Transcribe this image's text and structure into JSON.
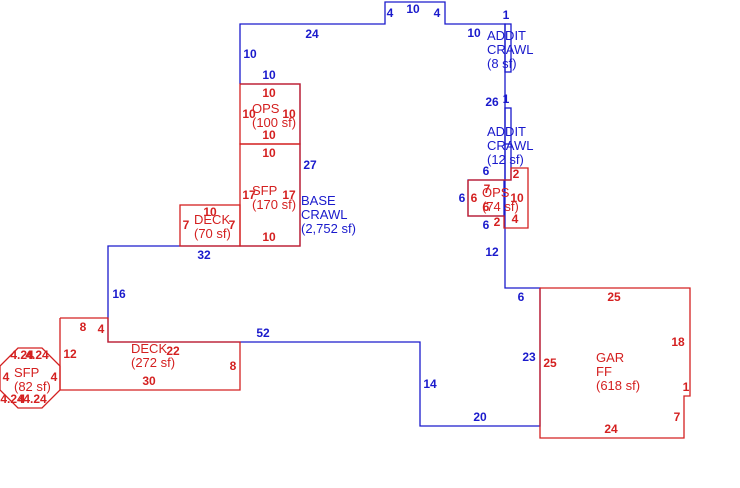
{
  "colors": {
    "blue": "#1a1acc",
    "red": "#d42020",
    "background": "#ffffff"
  },
  "areas": [
    {
      "id": "base-crawl",
      "color": "blue",
      "lines": [
        "BASE",
        "CRAWL",
        "(2,752 sf)"
      ]
    },
    {
      "id": "addit-crawl-1",
      "color": "blue",
      "lines": [
        "ADDIT",
        "CRAWL",
        "(8 sf)"
      ]
    },
    {
      "id": "addit-crawl-2",
      "color": "blue",
      "lines": [
        "ADDIT",
        "CRAWL",
        "(12 sf)"
      ]
    },
    {
      "id": "ops-top",
      "color": "red",
      "lines": [
        "OPS",
        "(100 sf)"
      ]
    },
    {
      "id": "sfp-middle",
      "color": "red",
      "lines": [
        "SFP",
        "(170 sf)"
      ]
    },
    {
      "id": "deck-small",
      "color": "red",
      "lines": [
        "DECK",
        "(70 sf)"
      ]
    },
    {
      "id": "ops-right",
      "color": "red",
      "lines": [
        "OPS",
        "(74 sf)"
      ]
    },
    {
      "id": "gar-ff",
      "color": "red",
      "lines": [
        "GAR",
        "FF",
        "(618 sf)"
      ]
    },
    {
      "id": "deck-large",
      "color": "red",
      "lines": [
        "DECK",
        "(272 sf)"
      ]
    },
    {
      "id": "sfp-octagon",
      "color": "red",
      "lines": [
        "SFP",
        "(82 sf)"
      ]
    }
  ],
  "dimensions": [
    {
      "id": "d-top-24",
      "color": "blue",
      "text": "24"
    },
    {
      "id": "d-top-4a",
      "color": "blue",
      "text": "4"
    },
    {
      "id": "d-top-10",
      "color": "blue",
      "text": "10"
    },
    {
      "id": "d-top-4b",
      "color": "blue",
      "text": "4"
    },
    {
      "id": "d-top-10b",
      "color": "blue",
      "text": "10"
    },
    {
      "id": "d-top-1",
      "color": "blue",
      "text": "1"
    },
    {
      "id": "d-left-10",
      "color": "blue",
      "text": "10"
    },
    {
      "id": "d-stub-10",
      "color": "blue",
      "text": "10"
    },
    {
      "id": "d-26",
      "color": "blue",
      "text": "26"
    },
    {
      "id": "d-1b",
      "color": "blue",
      "text": "1"
    },
    {
      "id": "d-27",
      "color": "blue",
      "text": "27"
    },
    {
      "id": "d-32",
      "color": "blue",
      "text": "32"
    },
    {
      "id": "d-16",
      "color": "blue",
      "text": "16"
    },
    {
      "id": "d-52",
      "color": "blue",
      "text": "52"
    },
    {
      "id": "d-14",
      "color": "blue",
      "text": "14"
    },
    {
      "id": "d-20",
      "color": "blue",
      "text": "20"
    },
    {
      "id": "d-23",
      "color": "blue",
      "text": "23"
    },
    {
      "id": "d-6a",
      "color": "blue",
      "text": "6"
    },
    {
      "id": "d-6b",
      "color": "blue",
      "text": "6"
    },
    {
      "id": "d-6c",
      "color": "blue",
      "text": "6"
    },
    {
      "id": "d-6d",
      "color": "blue",
      "text": "6"
    },
    {
      "id": "d-12",
      "color": "blue",
      "text": "12"
    },
    {
      "id": "d-ops-10a",
      "color": "red",
      "text": "10"
    },
    {
      "id": "d-ops-10b",
      "color": "red",
      "text": "10"
    },
    {
      "id": "d-ops-10c",
      "color": "red",
      "text": "10"
    },
    {
      "id": "d-ops-10d",
      "color": "red",
      "text": "10"
    },
    {
      "id": "d-sfp-10a",
      "color": "red",
      "text": "10"
    },
    {
      "id": "d-sfp-17a",
      "color": "red",
      "text": "17"
    },
    {
      "id": "d-sfp-17b",
      "color": "red",
      "text": "17"
    },
    {
      "id": "d-sfp-10b",
      "color": "red",
      "text": "10"
    },
    {
      "id": "d-deck-10",
      "color": "red",
      "text": "10"
    },
    {
      "id": "d-deck-7a",
      "color": "red",
      "text": "7"
    },
    {
      "id": "d-deck-7b",
      "color": "red",
      "text": "7"
    },
    {
      "id": "d-ops2-6a",
      "color": "red",
      "text": "6"
    },
    {
      "id": "d-ops2-6b",
      "color": "red",
      "text": "6"
    },
    {
      "id": "d-ops2-10",
      "color": "red",
      "text": "10"
    },
    {
      "id": "d-ops2-2a",
      "color": "red",
      "text": "2"
    },
    {
      "id": "d-ops2-2b",
      "color": "red",
      "text": "2"
    },
    {
      "id": "d-ops2-4",
      "color": "red",
      "text": "4"
    },
    {
      "id": "d-ops2-7",
      "color": "red",
      "text": "7"
    },
    {
      "id": "d-gar-25a",
      "color": "red",
      "text": "25"
    },
    {
      "id": "d-gar-25b",
      "color": "red",
      "text": "25"
    },
    {
      "id": "d-gar-18",
      "color": "red",
      "text": "18"
    },
    {
      "id": "d-gar-1",
      "color": "red",
      "text": "1"
    },
    {
      "id": "d-gar-7",
      "color": "red",
      "text": "7"
    },
    {
      "id": "d-gar-24",
      "color": "red",
      "text": "24"
    },
    {
      "id": "d-deck2-8a",
      "color": "red",
      "text": "8"
    },
    {
      "id": "d-deck2-4",
      "color": "red",
      "text": "4"
    },
    {
      "id": "d-deck2-12",
      "color": "red",
      "text": "12"
    },
    {
      "id": "d-deck2-22",
      "color": "red",
      "text": "22"
    },
    {
      "id": "d-deck2-30",
      "color": "red",
      "text": "30"
    },
    {
      "id": "d-deck2-8b",
      "color": "red",
      "text": "8"
    },
    {
      "id": "d-oct-1",
      "color": "red",
      "text": "4.24"
    },
    {
      "id": "d-oct-2",
      "color": "red",
      "text": "4"
    },
    {
      "id": "d-oct-3",
      "color": "red",
      "text": "4.24"
    },
    {
      "id": "d-oct-4",
      "color": "red",
      "text": "4"
    },
    {
      "id": "d-oct-5",
      "color": "red",
      "text": "4"
    },
    {
      "id": "d-oct-6",
      "color": "red",
      "text": "4.24"
    },
    {
      "id": "d-oct-7",
      "color": "red",
      "text": "4"
    },
    {
      "id": "d-oct-8",
      "color": "red",
      "text": "4.24"
    }
  ]
}
